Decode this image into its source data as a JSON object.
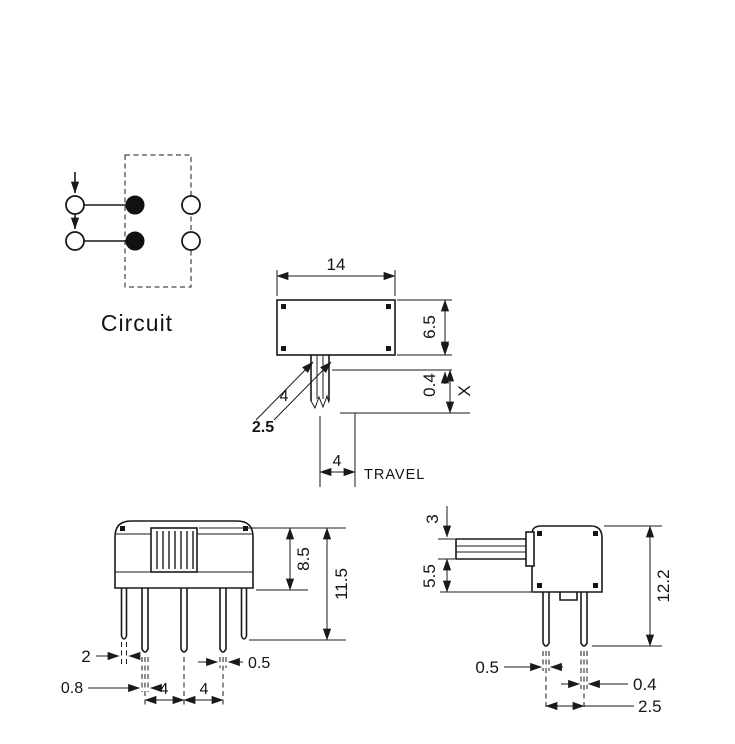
{
  "drawing": {
    "circuit": {
      "label": "Circuit"
    },
    "top_view": {
      "body_width": "14",
      "body_height": "6.5",
      "stem_offset": "0.4",
      "height_x": "X",
      "stem_width": "4",
      "stem_tip_width": "2.5",
      "travel": "4",
      "travel_label": "TRAVEL"
    },
    "front_view": {
      "knob_height": "8.5",
      "total_height": "11.5",
      "bracket_width": "2",
      "pin_thickness": "0.8",
      "pin_width": "0.5",
      "pitch_left": "4",
      "pitch_right": "4"
    },
    "side_view": {
      "stem_height": "3",
      "base_height": "5.5",
      "total_height": "12.2",
      "pin_width": "0.5",
      "pin_thickness": "0.4",
      "pin_pitch": "2.5"
    }
  }
}
